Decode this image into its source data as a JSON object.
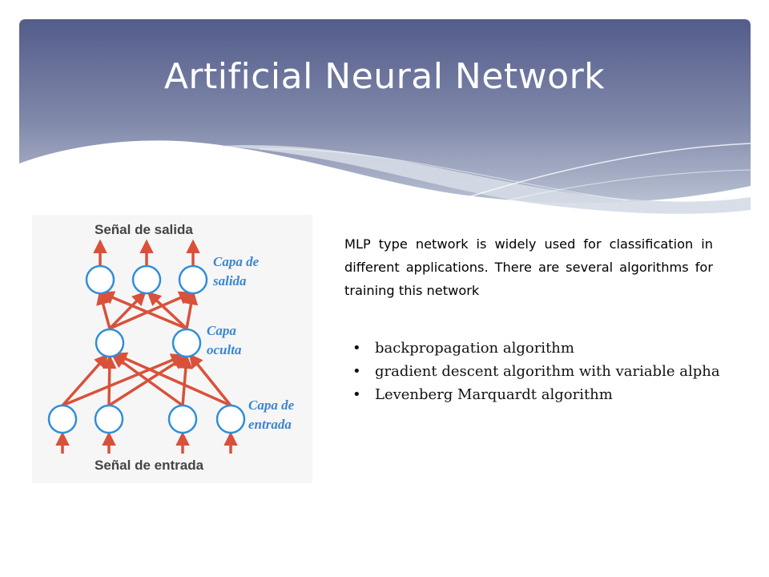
{
  "slide": {
    "title": "Artificial Neural Network",
    "description": "MLP type network is widely used for classification in different applications. There are several algorithms for training this network",
    "bullets": [
      "backpropagation algorithm",
      "gradient descent algorithm with variable alpha",
      "Levenberg Marquardt algorithm"
    ]
  },
  "diagram": {
    "output_signal_label": "Señal de salida",
    "input_signal_label": "Señal de entrada",
    "layers": [
      {
        "name_line1": "Capa de",
        "name_line2": "salida",
        "neuron_count": 3
      },
      {
        "name_line1": "Capa",
        "name_line2": "oculta",
        "neuron_count": 2
      },
      {
        "name_line1": "Capa de",
        "name_line2": "entrada",
        "neuron_count": 4
      }
    ]
  },
  "colors": {
    "header_top": "#5a6390",
    "header_bottom": "#b3bccf",
    "neuron_stroke": "#2f8fd8",
    "arrow": "#d9513a",
    "layer_label": "#3a86d0"
  }
}
